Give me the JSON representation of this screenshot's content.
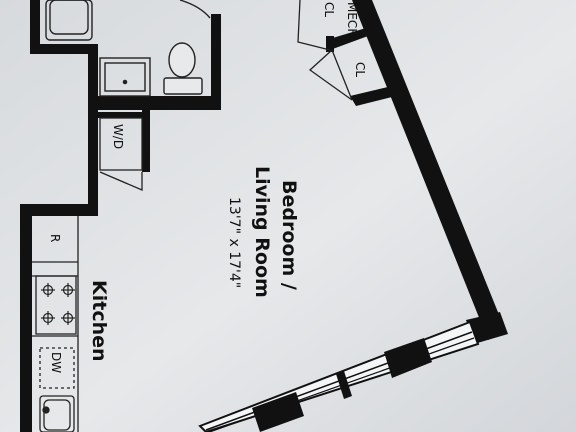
{
  "rooms": {
    "main": {
      "name_line1": "Bedroom /",
      "name_line2": "Living Room",
      "dimensions": "13'7\" x 17'4\""
    },
    "kitchen": {
      "name": "Kitchen"
    }
  },
  "fixtures": {
    "mech_closet_line1": "MECH",
    "mech_closet_line2": "CL",
    "closet": "CL",
    "washer_dryer": "W/D",
    "refrigerator": "R",
    "dishwasher": "DW"
  },
  "colors": {
    "paper": "#e4e6e8",
    "wall": "#111111",
    "window_fill": "#ffffff"
  }
}
